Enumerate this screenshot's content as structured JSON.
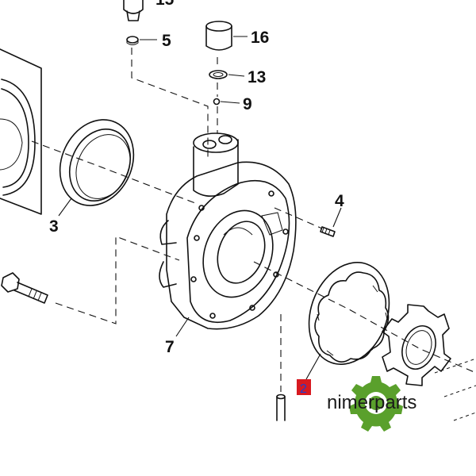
{
  "callouts": {
    "part_5": "5",
    "part_16": "16",
    "part_13": "13",
    "part_9": "9",
    "part_3": "3",
    "part_4": "4",
    "part_7": "7",
    "part_2": "2",
    "part_top_cut": "15"
  },
  "watermark": {
    "brand": "nimerparts",
    "icon": "gear-icon",
    "colors": {
      "gear": "#5aa02c",
      "text": "#1a1a1a",
      "highlight_box": "#d71920",
      "highlight_text": "#1a3fd6"
    }
  }
}
